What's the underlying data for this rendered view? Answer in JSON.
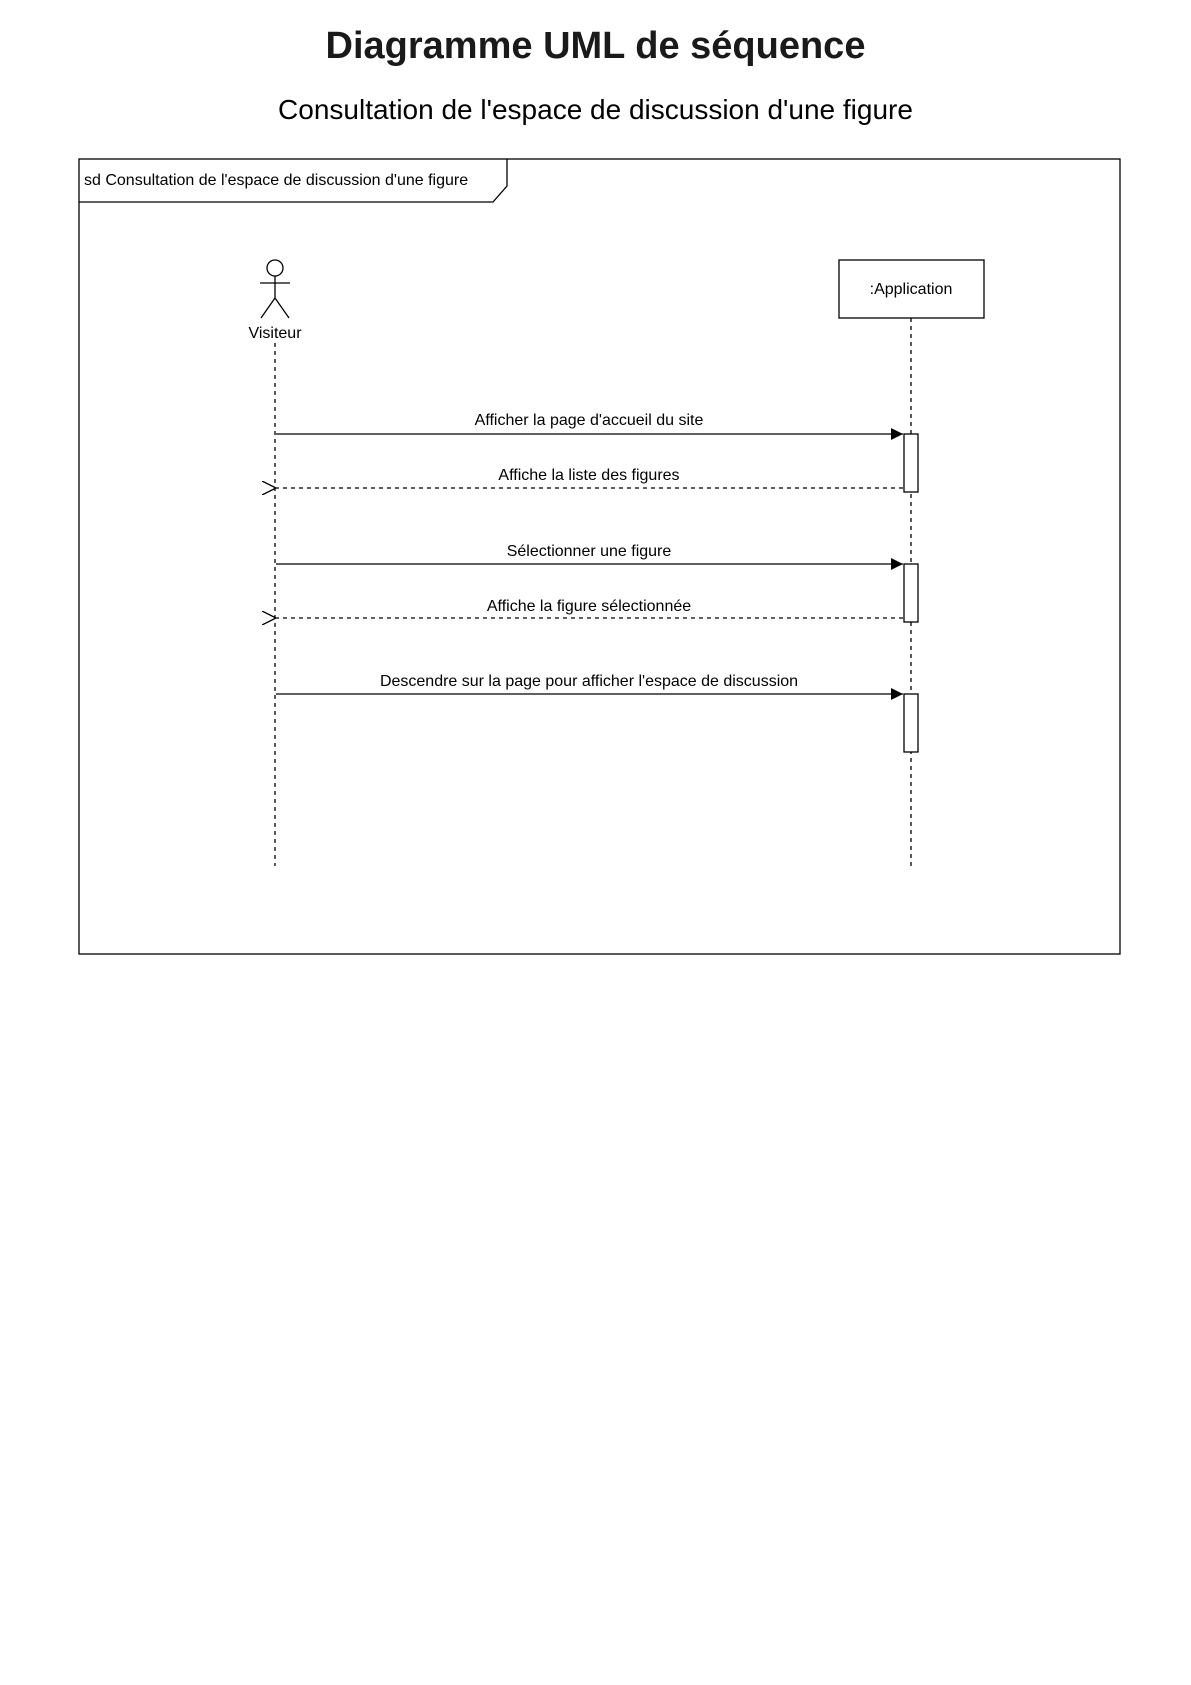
{
  "header": {
    "title": "Diagramme UML de séquence",
    "subtitle": "Consultation de l'espace de discussion d'une figure"
  },
  "diagram": {
    "type": "uml-sequence",
    "frame_label": "sd Consultation de l'espace de discussion d'une figure",
    "participants": [
      {
        "kind": "actor",
        "name": "Visiteur"
      },
      {
        "kind": "object",
        "name": ":Application"
      }
    ],
    "messages": [
      {
        "from": "Visiteur",
        "to": ":Application",
        "kind": "synchronous",
        "label": "Afficher la page d'accueil du site"
      },
      {
        "from": ":Application",
        "to": "Visiteur",
        "kind": "reply",
        "label": "Affiche la liste des figures"
      },
      {
        "from": "Visiteur",
        "to": ":Application",
        "kind": "synchronous",
        "label": "Sélectionner une figure"
      },
      {
        "from": ":Application",
        "to": "Visiteur",
        "kind": "reply",
        "label": "Affiche la figure sélectionnée"
      },
      {
        "from": "Visiteur",
        "to": ":Application",
        "kind": "synchronous",
        "label": "Descendre sur la page pour afficher l'espace de discussion"
      }
    ],
    "colors": {
      "stroke": "#000000",
      "title": "#1a1a1a",
      "background": "#ffffff"
    }
  }
}
